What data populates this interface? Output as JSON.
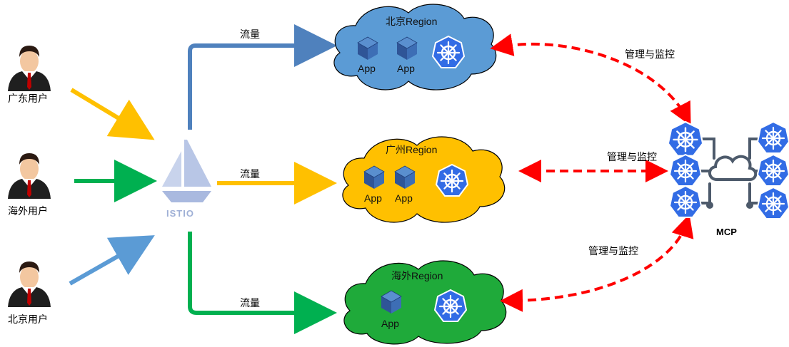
{
  "users": [
    {
      "label": "广东用户"
    },
    {
      "label": "海外用户"
    },
    {
      "label": "北京用户"
    }
  ],
  "istio": {
    "label": "ISTIO"
  },
  "traffic_label": "流量",
  "manage_label": "管理与监控",
  "mcp": {
    "label": "MCP"
  },
  "regions": [
    {
      "title": "北京Region",
      "color": "#5b9bd5",
      "apps": [
        "App",
        "App"
      ]
    },
    {
      "title": "广州Region",
      "color": "#ffc000",
      "apps": [
        "App",
        "App"
      ]
    },
    {
      "title": "海外Region",
      "color": "#1faa3a",
      "apps": [
        "App"
      ]
    }
  ],
  "colors": {
    "blue": "#4f81bd",
    "yellow": "#ffc000",
    "green": "#00b050",
    "red_dashed": "#ff0000",
    "k8s": "#326ce5"
  }
}
